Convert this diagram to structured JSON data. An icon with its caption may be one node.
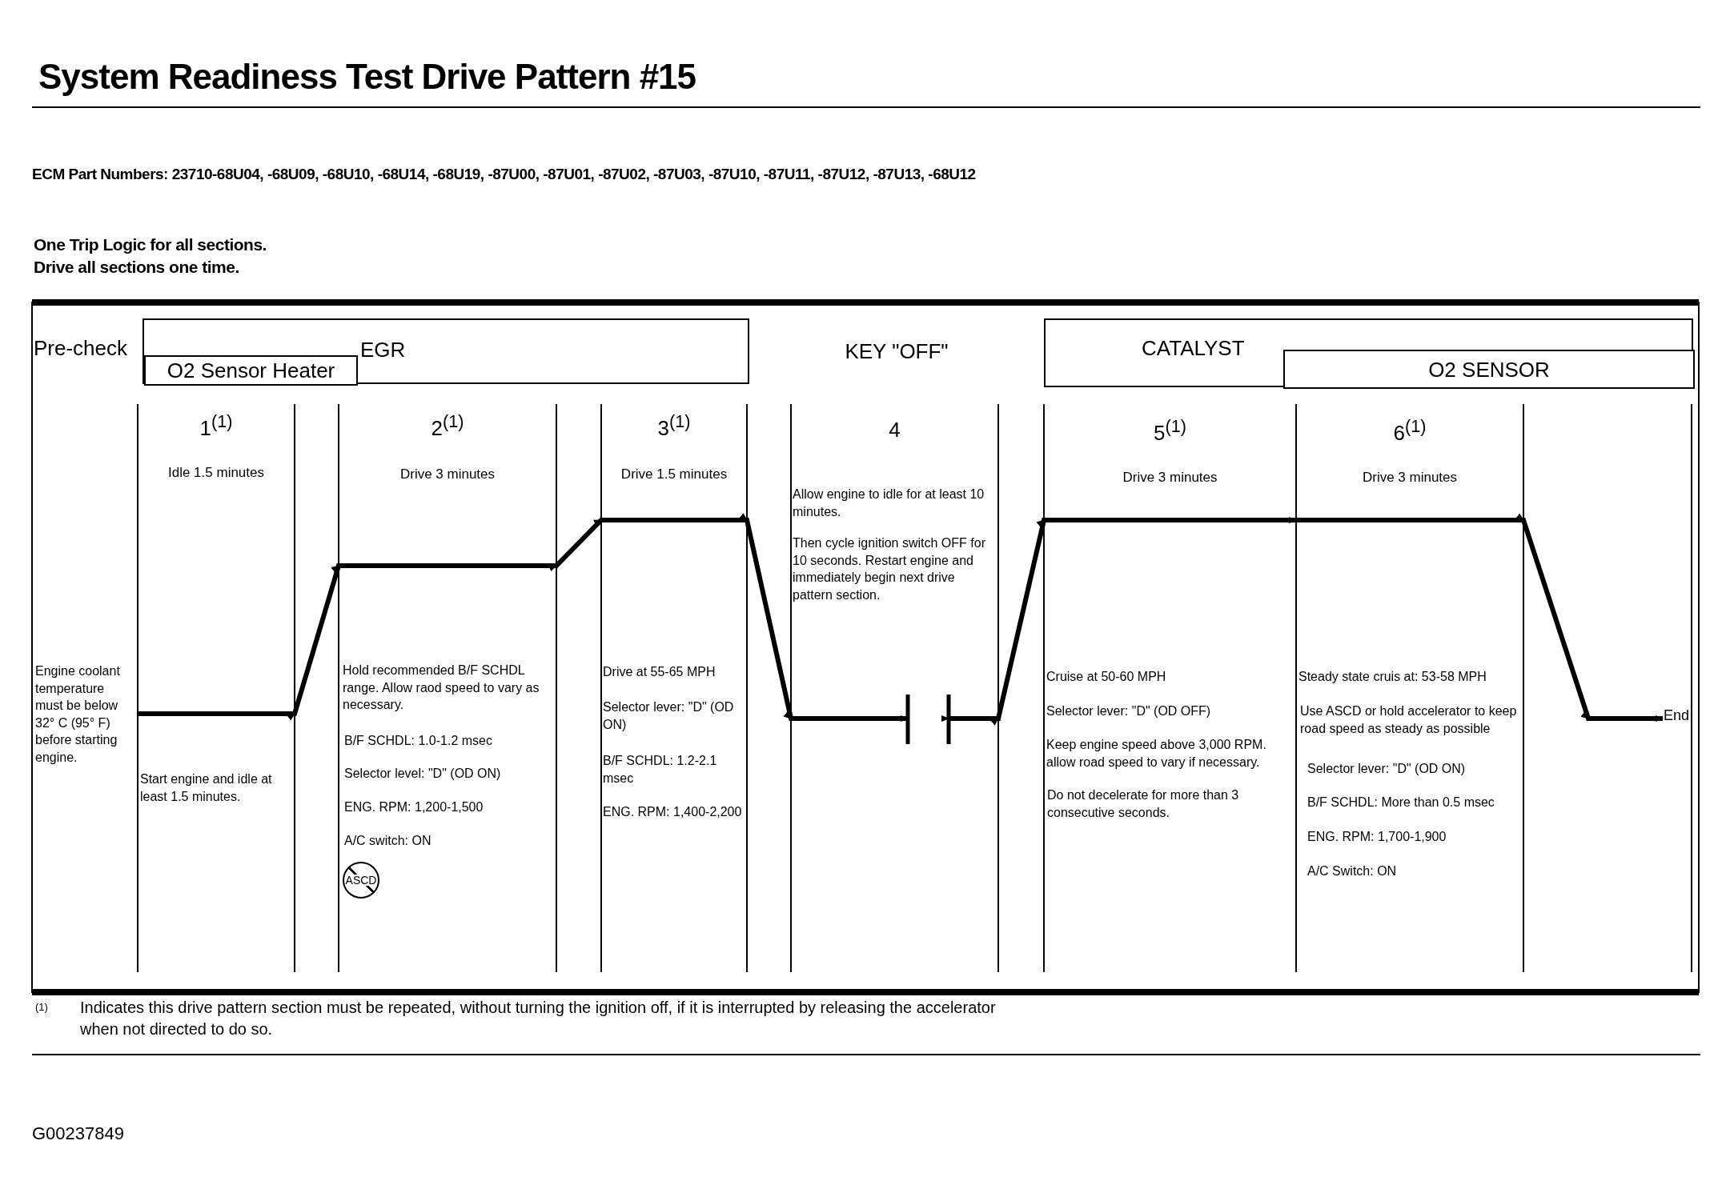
{
  "diagram": {
    "title": "System Readiness Test Drive Pattern #15",
    "nodes": [
      {
        "text": [
          "Pre-check"
        ]
      },
      {
        "text": [
          "EGR"
        ]
      },
      {
        "text": [
          "O2 Sensor Heater"
        ],
        "in": 1
      },
      {
        "text": [
          "KEY \"OFF\""
        ]
      },
      {
        "text": [
          "CATALYST"
        ]
      },
      {
        "text": [
          "O2 SENSOR"
        ],
        "in": 4
      },
      {
        "text": [
          "End"
        ]
      }
    ],
    "edges": [
      {
        "from": null,
        "to": 6,
        "arrow": "to"
      }
    ],
    "labels": [
      "ECM Part Numbers:  23710-68U04, -68U09, -68U10, -68U14, -68U19, -87U00, -87U01, -87U02, -87U03, -87U10, -87U11, -87U12, -87U13, -68U12",
      "One Trip Logic for all sections.",
      "Drive all sections one time.",
      "1$^{(1)}$",
      "2$^{(1)}$",
      "3$^{(1)}$",
      "4",
      "5$^{(1)}$",
      "6$^{(1)}$",
      "Idle 1.5 minutes",
      "Drive 3 minutes",
      "Drive 1.5 minutes",
      "Allow engine to idle for at least 10 minutes.",
      "Then cycle ignition switch OFF for 10 seconds.  Restart engine and immediately begin next drive pattern section.",
      "Drive 3 minutes",
      "Drive 3 minutes",
      "Engine coolant temperature must be below 32° C (95° F) before starting engine.",
      "Start engine and idle at least 1.5 minutes.",
      "Hold recommended B/F SCHDL range.  Allow raod speed to vary as necessary.",
      "B/F SCHDL:  1.0-1.2 msec",
      "Selector level:  \"D\" (OD ON)",
      "ENG. RPM:  1,200-1,500",
      "A/C switch: ON",
      "ASCD",
      "Drive at 55-65 MPH",
      "Selector lever: \"D\" (OD ON)",
      "B/F SCHDL: 1.2-2.1 msec",
      "ENG. RPM: 1,400-2,200",
      "Cruise at 50-60 MPH",
      "Selector lever:  \"D\" (OD OFF)",
      "Keep engine speed above 3,000 RPM. allow road speed to vary if necessary.",
      "Do not decelerate for more than 3 consecutive seconds.",
      "Steady state cruis at: 53-58 MPH",
      "Use ASCD or hold accelerator to keep road speed as steady as possible",
      "Selector lever:  \"D\" (OD ON)",
      "B/F SCHDL: More than 0.5 msec",
      "ENG. RPM:  1,700-1,900",
      "A/C Switch: ON",
      "(1)",
      "Indicates this drive pattern section must be repeated, without turning the ignition off, if it is interrupted by releasing the accelerator when not directed to do so.",
      "G00237849"
    ]
  }
}
